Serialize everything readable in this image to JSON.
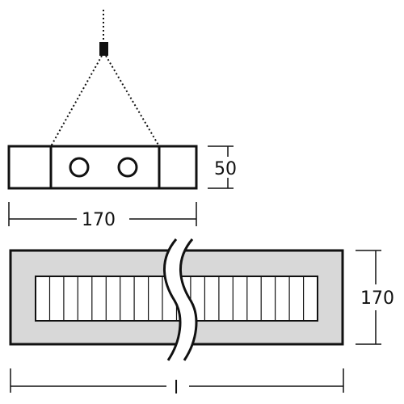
{
  "side_view": {
    "height_label": "50",
    "width_label": "170"
  },
  "top_view": {
    "depth_label": "170",
    "length_label": "l"
  },
  "colors": {
    "line": "#111111",
    "panel_fill": "#d8d8d8",
    "background": "#ffffff"
  }
}
